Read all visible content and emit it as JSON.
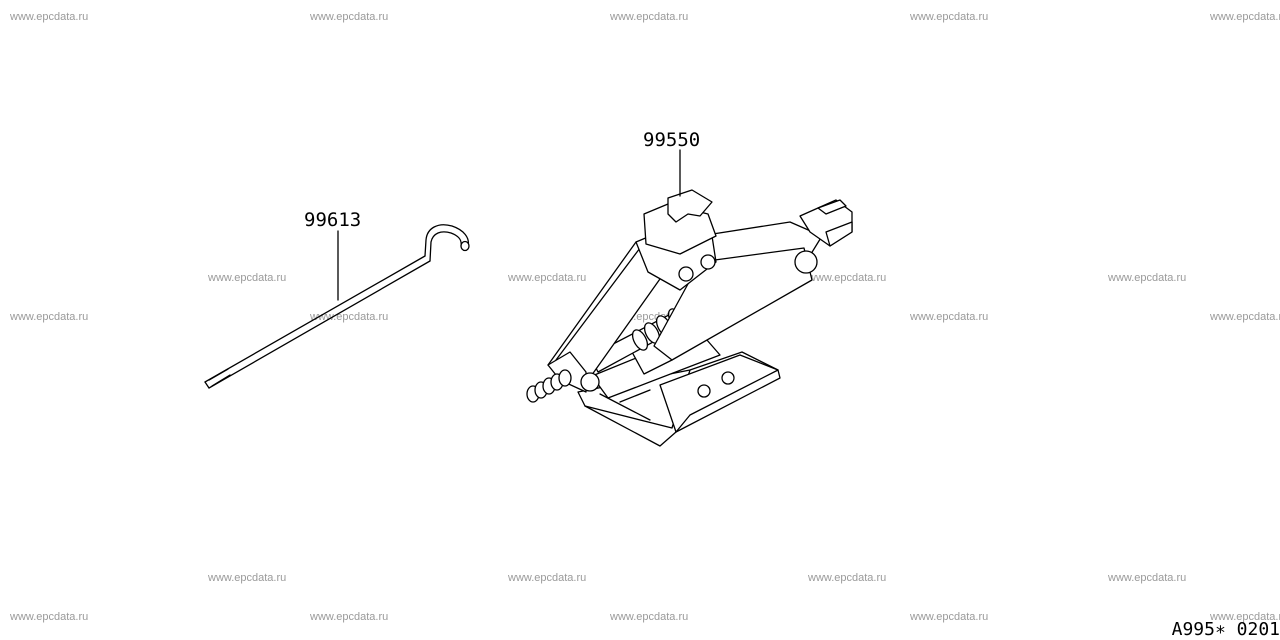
{
  "watermark": {
    "text": "www.epcdata.ru",
    "color": "#9a9a9a"
  },
  "parts": [
    {
      "id": "handle",
      "number": "99613"
    },
    {
      "id": "jack",
      "number": "99550"
    }
  ],
  "reference_code": "A995∗ 0201"
}
